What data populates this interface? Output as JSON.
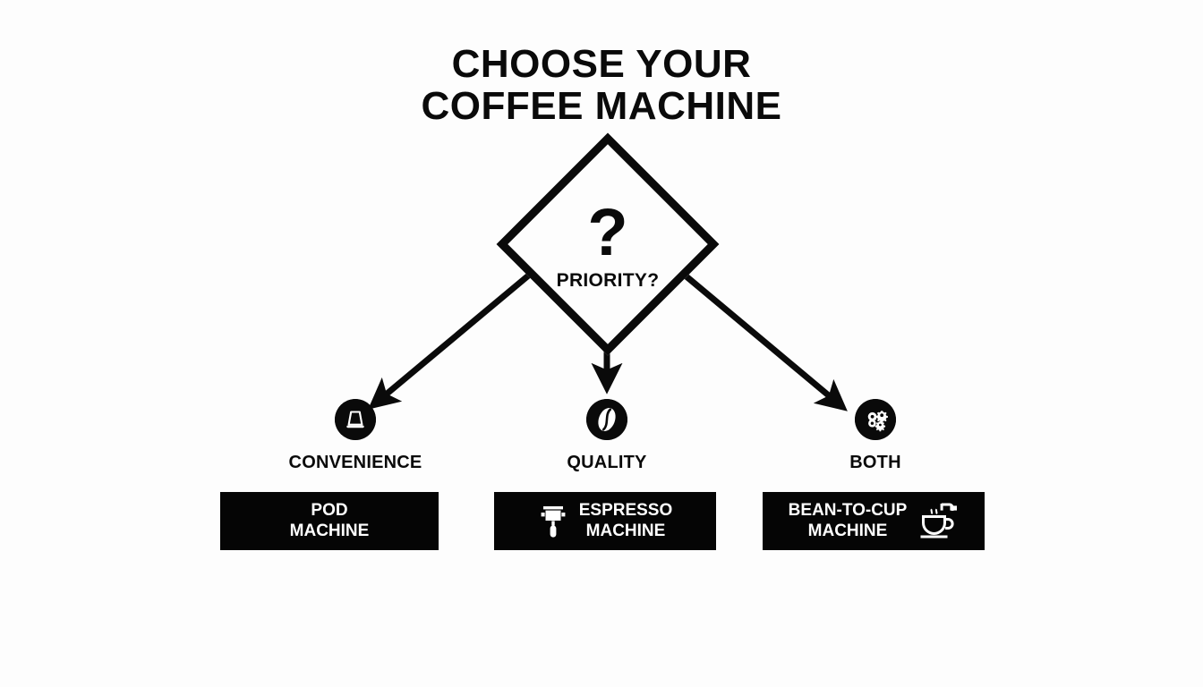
{
  "title": {
    "line1": "CHOOSE YOUR",
    "line2": "COFFEE MACHINE"
  },
  "decision": {
    "glyph": "?",
    "label": "PRIORITY?",
    "icon": "question-mark-icon",
    "shape": "diamond"
  },
  "colors": {
    "background": "#fdfdfd",
    "ink": "#0a0a0a",
    "box_fill": "#050505",
    "box_text": "#ffffff"
  },
  "branches": [
    {
      "label": "CONVENIENCE",
      "icon": "coffee-pod-icon",
      "result_line1": "POD",
      "result_line2": "MACHINE",
      "result_icon": "none",
      "arrow": "diagonal-down-left"
    },
    {
      "label": "QUALITY",
      "icon": "coffee-bean-icon",
      "result_line1": "ESPRESSO",
      "result_line2": "MACHINE",
      "result_icon": "portafilter-icon",
      "arrow": "straight-down"
    },
    {
      "label": "BOTH",
      "icon": "gears-icon",
      "result_line1": "BEAN-TO-CUP",
      "result_line2": "MACHINE",
      "result_icon": "coffee-cup-dispenser-icon",
      "arrow": "diagonal-down-right"
    }
  ]
}
